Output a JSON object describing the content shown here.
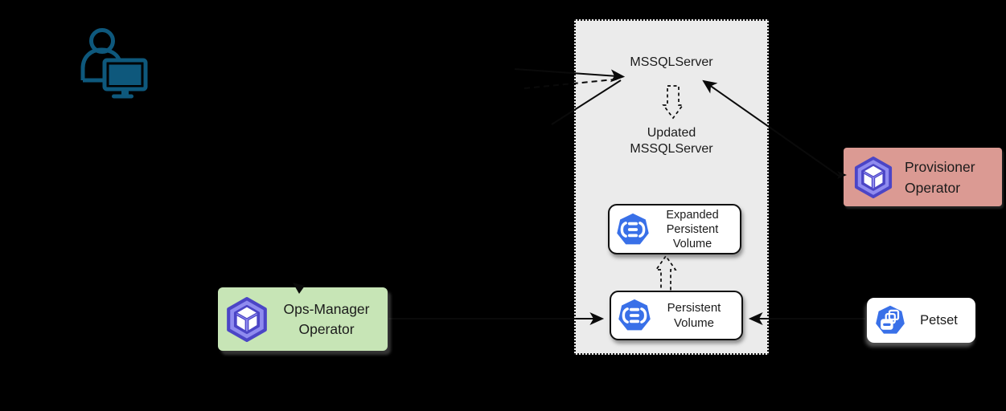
{
  "diagram": {
    "kind": "kubernetes-operator-architecture",
    "background": "#000000"
  },
  "colors": {
    "cluster_fill": "#ebebeb",
    "cluster_border": "#161616",
    "kubernetes_blue": "#3970e8",
    "operator_icon_fill": "#8f8bef",
    "operator_icon_stroke": "#4b45c6",
    "ops_manager_bg": "#c7e5b6",
    "provisioner_bg": "#db9a93",
    "card_bg": "#ffffff",
    "user_icon": "#0e587c",
    "arrow": "#0a0a0a"
  },
  "cluster": {
    "resource_label": "MSSQLServer",
    "updated_resource_line1": "Updated",
    "updated_resource_line2": "MSSQLServer"
  },
  "nodes": {
    "expanded_pv": {
      "line1": "Expanded",
      "line2": "Persistent",
      "line3": "Volume"
    },
    "pv": {
      "line1": "Persistent",
      "line2": "Volume"
    },
    "ops_manager": {
      "line1": "Ops-Manager",
      "line2": "Operator"
    },
    "provisioner": {
      "line1": "Provisioner",
      "line2": "Operator"
    },
    "petset": {
      "label": "Petset"
    }
  },
  "icons": {
    "user": "user-at-workstation-icon",
    "volume": "kubernetes-persistent-volume-icon",
    "operator": "kubernetes-operator-cube-icon",
    "petset": "kubernetes-petset-icon"
  }
}
